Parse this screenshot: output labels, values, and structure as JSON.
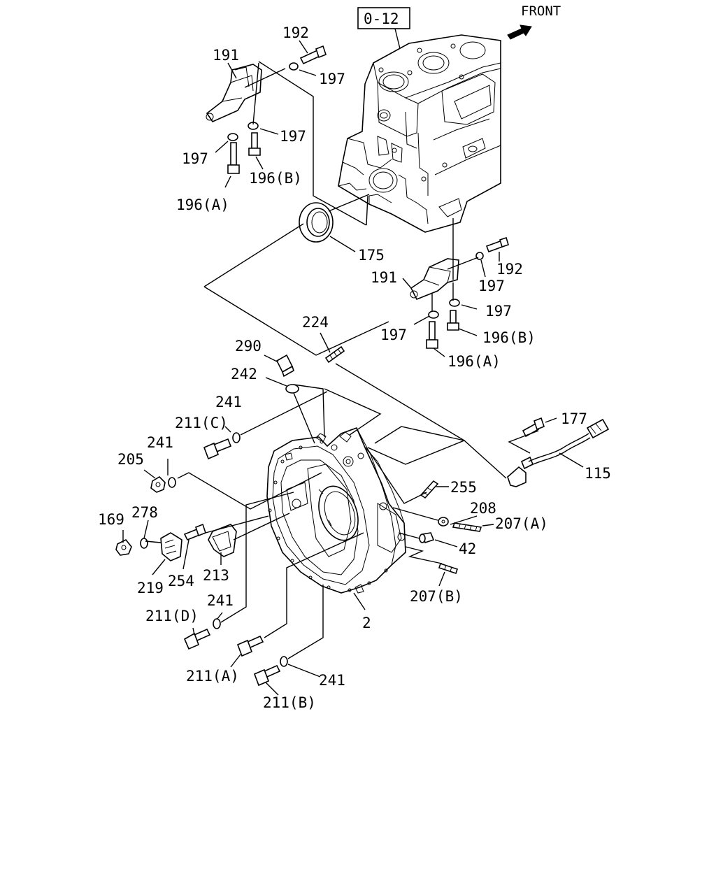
{
  "reference_box": "0-12",
  "front_label": "FRONT",
  "callouts": {
    "c192a": "192",
    "c191a": "191",
    "c197a": "197",
    "c197b": "197",
    "c197c": "197",
    "c196Ba": "196(B)",
    "c196Aa": "196(A)",
    "c175": "175",
    "c192b": "192",
    "c191b": "191",
    "c197d": "197",
    "c197e": "197",
    "c197f": "197",
    "c196Bb": "196(B)",
    "c196Ab": "196(A)",
    "c224": "224",
    "c290": "290",
    "c242": "242",
    "c241a": "241",
    "c211C": "211(C)",
    "c241b": "241",
    "c205": "205",
    "c177": "177",
    "c115": "115",
    "c255": "255",
    "c208": "208",
    "c207A": "207(A)",
    "c42": "42",
    "c169": "169",
    "c278": "278",
    "c219": "219",
    "c254": "254",
    "c213": "213",
    "c207B": "207(B)",
    "c2": "2",
    "c241c": "241",
    "c211D": "211(D)",
    "c211A": "211(A)",
    "c241d": "241",
    "c211B": "211(B)"
  }
}
